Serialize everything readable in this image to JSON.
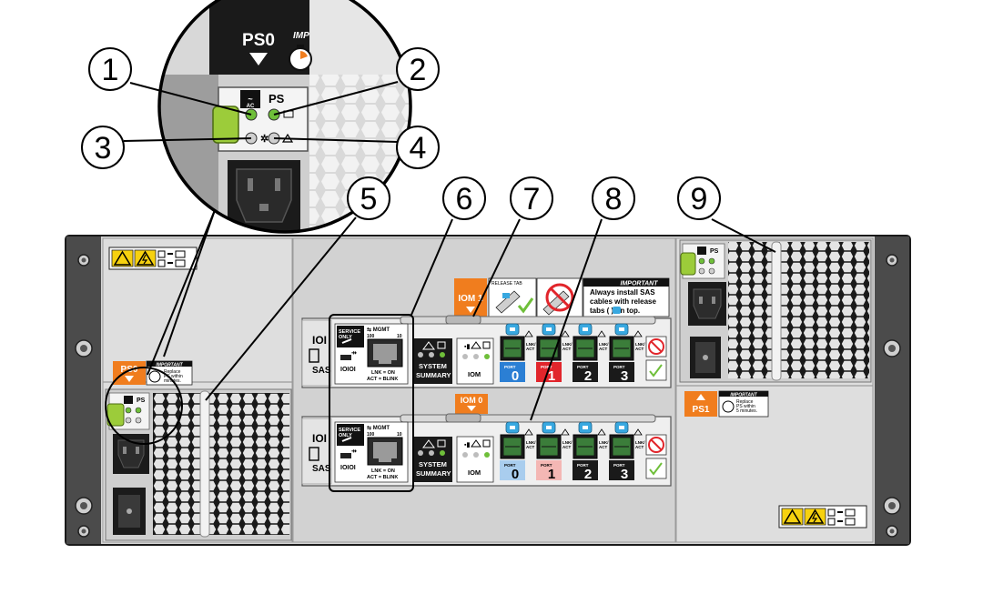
{
  "callouts": [
    "1",
    "2",
    "3",
    "4",
    "5",
    "6",
    "7",
    "8",
    "9"
  ],
  "magnifier": {
    "ps_label": "PS0",
    "ps_short": "PS",
    "ac_symbol": "AC",
    "timer_text": "IMP"
  },
  "left_psu": {
    "label": "PS0",
    "important": "IMPORTANT",
    "replace_text": "Replace",
    "within_text": "PS within",
    "minutes_text": "minutes.",
    "led_ps": "PS"
  },
  "right_psu": {
    "label": "PS1",
    "important": "IMPORTANT",
    "replace_text": "Replace",
    "within_text": "PS within",
    "minutes_text": "5 minutes.",
    "led_ps": "PS"
  },
  "iom_top": {
    "tag": "IOM 1",
    "side_label_a": "IOI",
    "side_label_b": "SAS",
    "release_tab_label": "RELEASE TAB",
    "important_title": "IMPORTANT",
    "important_line1": "Always install SAS",
    "important_line2": "cables with release",
    "important_line3": "tabs (  ) on top.",
    "service_only": "SERVICE ONLY",
    "link_text": "LNK = ON",
    "act_text": "ACT = BLINK",
    "system_summary_1": "SYSTEM",
    "system_summary_2": "SUMMARY",
    "iom_label": "IOM",
    "port_label": "PORT",
    "ports": [
      "0",
      "1",
      "2",
      "3"
    ],
    "lnk_act": "LNK/ACT",
    "speed_100": "100",
    "speed_10": "10",
    "mgmt_label": "MGMT"
  },
  "iom_bottom": {
    "tag": "IOM 0",
    "side_label_a": "IOI",
    "side_label_b": "SAS",
    "service_only": "SERVICE ONLY",
    "link_text": "LNK = ON",
    "act_text": "ACT = BLINK",
    "system_summary_1": "SYSTEM",
    "system_summary_2": "SUMMARY",
    "iom_label": "IOM",
    "port_label": "PORT",
    "ports": [
      "0",
      "1",
      "2",
      "3"
    ],
    "lnk_act": "LNK/ACT",
    "speed_100": "100",
    "speed_10": "10",
    "mgmt_label": "MGMT"
  },
  "colors": {
    "chassis_light": "#d5d5d5",
    "chassis_dark": "#4a4a4a",
    "orange_tag": "#f07d1e",
    "green_led": "#6fbf3a",
    "lime_handle": "#9ccc3a",
    "blue_tab": "#38a8e0",
    "warning_yellow": "#f6d10f",
    "port0_blue": "#2b7fd4",
    "port1_red": "#e1252b",
    "port0_light": "#a9cdee",
    "port1_light": "#f4b7b4"
  }
}
